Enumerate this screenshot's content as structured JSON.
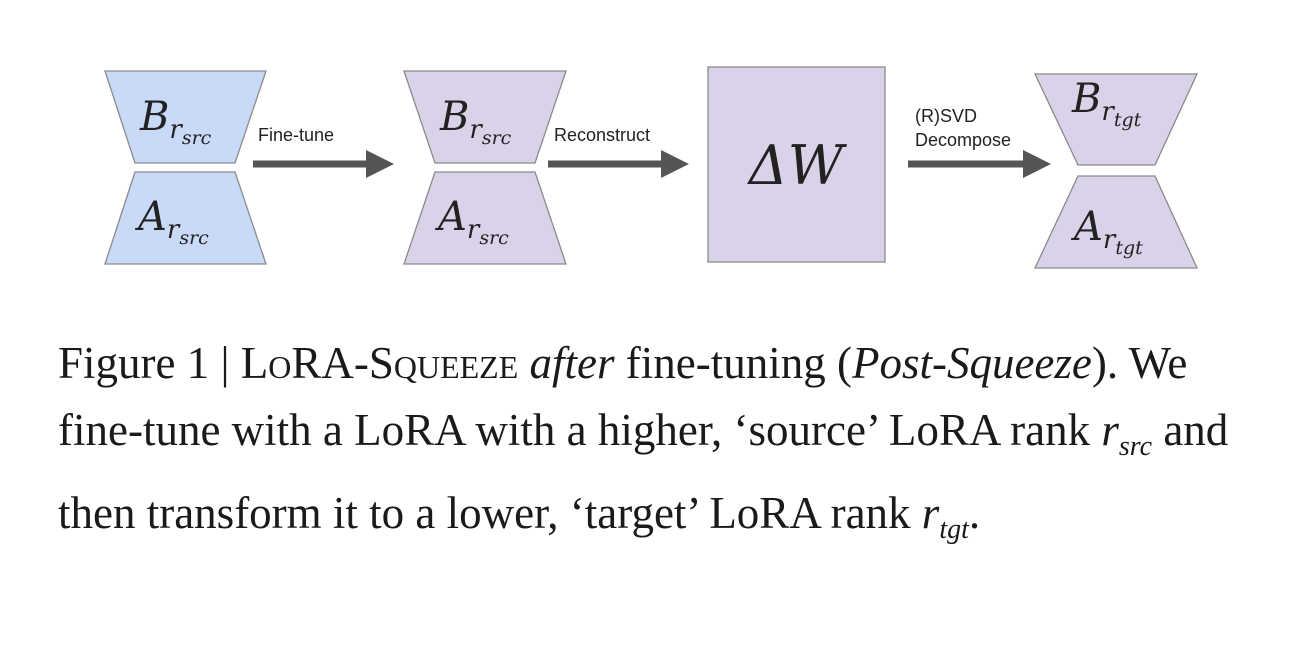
{
  "diagram": {
    "colors": {
      "source": "#c9daf8",
      "reconstructed": "#d9d2e9",
      "arrow": "#555555",
      "border": "#8a8a8a"
    },
    "blocks": [
      {
        "id": "src",
        "B": "B",
        "A": "A",
        "sub": "r",
        "subsub": "src"
      },
      {
        "id": "ft",
        "B": "B",
        "A": "A",
        "sub": "r",
        "subsub": "src"
      },
      {
        "id": "tgt",
        "B": "B",
        "A": "A",
        "sub": "r",
        "subsub": "tgt"
      }
    ],
    "delta_w": "ΔW",
    "arrows": [
      {
        "label": "Fine-tune"
      },
      {
        "label": "Reconstruct"
      },
      {
        "label_line1": "(R)SVD",
        "label_line2": "Decompose"
      }
    ]
  },
  "caption": {
    "prefix": "Figure 1 | ",
    "method": "LoRA-Squeeze",
    "after": "after",
    "t1": " fine-tuning (",
    "post": "Post-Squeeze",
    "t2": "). We fine-tune with a LoRA with a higher, ‘source’ LoRA rank ",
    "r": "r",
    "src": "src",
    "t3": " and then transform it to a lower, ‘target’ LoRA rank ",
    "tgt": "tgt",
    "t4": "."
  }
}
